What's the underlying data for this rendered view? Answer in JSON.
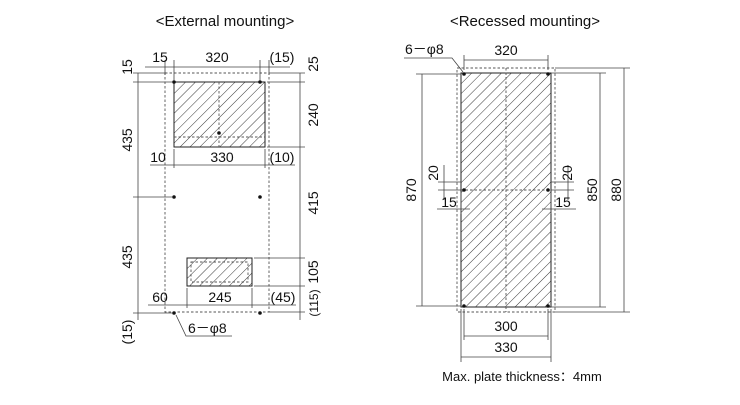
{
  "external": {
    "title": "<External mounting>",
    "top_dims": [
      "15",
      "320",
      "(15)"
    ],
    "right_top": "25",
    "right_240": "240",
    "right_415": "415",
    "right_105": "105",
    "right_115": "(115)",
    "left_15_top": "15",
    "left_435_a": "435",
    "left_435_b": "435",
    "left_15_bottom": "(15)",
    "mid_dims": [
      "10",
      "330",
      "(10)"
    ],
    "bottom_dims": [
      "60",
      "245",
      "(45)"
    ],
    "hole_label": "6－φ8"
  },
  "recessed": {
    "title": "<Recessed mounting>",
    "hole_label": "6－φ8",
    "top_dim": "320",
    "left_870": "870",
    "left_20": "20",
    "left_15": "15",
    "right_20": "20",
    "right_15": "15",
    "right_850": "850",
    "right_880": "880",
    "bottom_300": "300",
    "bottom_330": "330"
  },
  "note": "Max. plate thickness：4mm"
}
